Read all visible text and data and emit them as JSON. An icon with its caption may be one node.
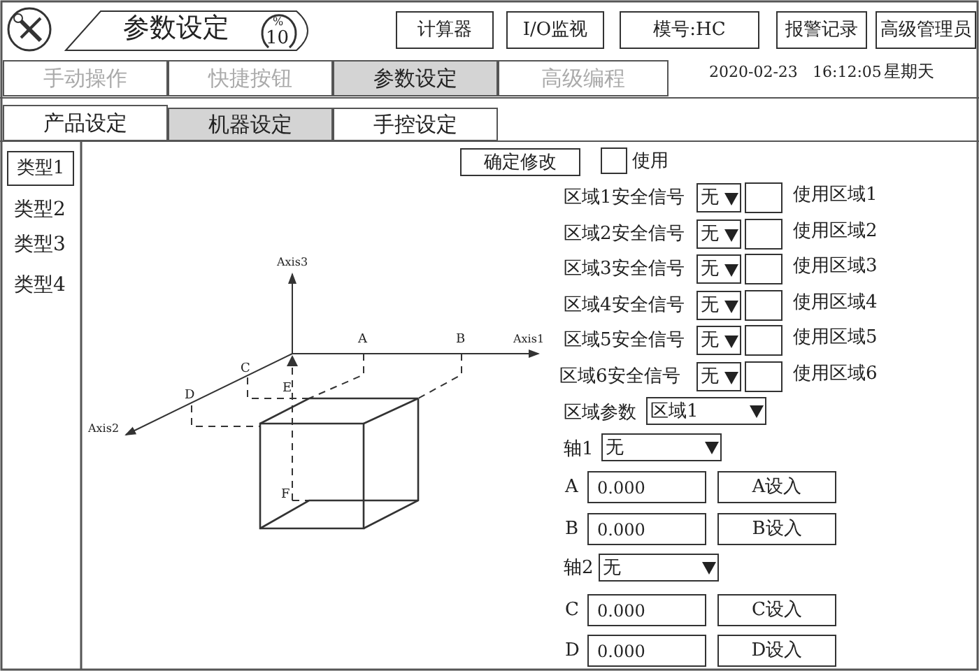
{
  "diagram": {
    "labels": [
      "参数设定",
      "%",
      "10",
      "计算器",
      "I/O监视",
      "模号:HC",
      "报警记录",
      "高级管理员",
      "手动操作",
      "快捷按钮",
      "参数设定",
      "高级编程",
      "2020-02-23",
      "16:12:05",
      "星期天",
      "产品设定",
      "机器设定",
      "手控设定",
      "类型1",
      "类型2",
      "类型3",
      "类型4",
      "确定修改",
      "使用",
      "Axis3",
      "A",
      "B",
      "Axis1",
      "C",
      "E",
      "D",
      "Axis2",
      "F",
      "区域1安全信号",
      "无",
      "使用区域1",
      "区域2安全信号",
      "无",
      "使用区域2",
      "区域3安全信号",
      "无",
      "使用区域3",
      "区域4安全信号",
      "无",
      "使用区域4",
      "区域5安全信号",
      "无",
      "使用区域5",
      "区域6安全信号",
      "无",
      "使用区域6",
      "区域参数",
      "区域1",
      "轴1",
      "无",
      "A",
      "0.000",
      "A设入",
      "B",
      "0.000",
      "B设入",
      "轴2",
      "无",
      "C",
      "0.000",
      "C设入",
      "D",
      "0.000",
      "D设入"
    ]
  }
}
